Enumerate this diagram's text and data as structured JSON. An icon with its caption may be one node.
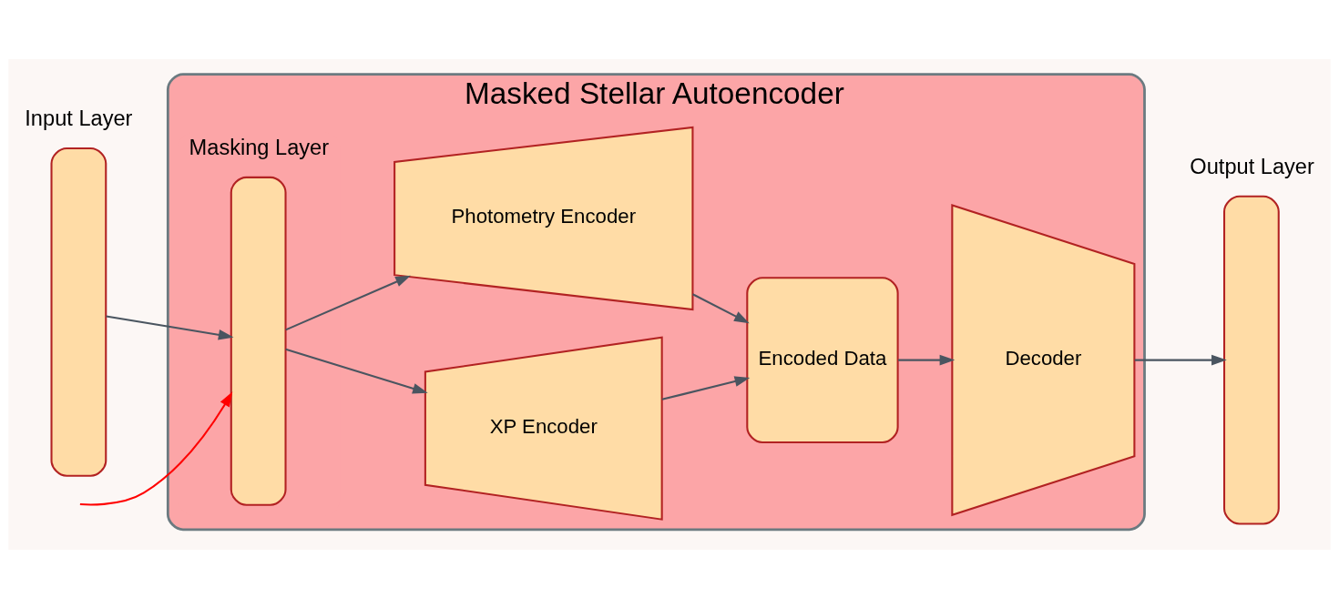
{
  "diagram": {
    "nodes": [
      {
        "text": [
          "Input Layer"
        ]
      },
      {
        "text": [
          "Masked Stellar Autoencoder"
        ]
      },
      {
        "text": [
          "Masking Layer"
        ],
        "in": 1
      },
      {
        "text": [
          "XP Encoder"
        ],
        "in": 1
      },
      {
        "text": [
          "Photometry Encoder"
        ],
        "in": 1
      },
      {
        "text": [
          "Encoded Data"
        ],
        "in": 1
      },
      {
        "text": [
          "Decoder"
        ],
        "in": 1
      },
      {
        "text": [
          "Output Layer"
        ]
      }
    ],
    "edges": [
      {
        "from": 0,
        "to": 2,
        "arrow": "to"
      },
      {
        "from": 2,
        "to": 3,
        "arrow": "to"
      },
      {
        "from": 2,
        "to": 4,
        "arrow": "to"
      },
      {
        "from": 3,
        "to": 5,
        "arrow": "to"
      },
      {
        "from": 4,
        "to": 5,
        "arrow": "to"
      },
      {
        "from": 5,
        "to": 6,
        "arrow": "to"
      },
      {
        "from": 6,
        "to": 7,
        "arrow": "to"
      },
      {
        "from": null,
        "to": 2,
        "arrow": "to",
        "color": "#ff0000"
      }
    ]
  }
}
